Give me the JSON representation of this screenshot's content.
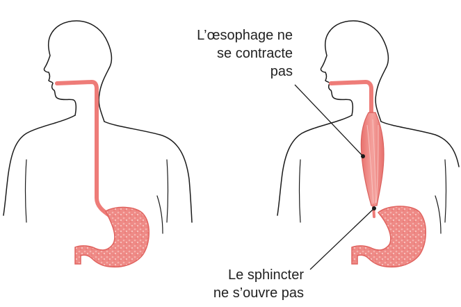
{
  "figure": {
    "colors": {
      "outline": "#1a1a1a",
      "organ_fill": "#ee7c78",
      "organ_stroke": "#d9605d",
      "stomach_highlight": "#f7b7b3",
      "pointer_dot": "#1a1a1a"
    },
    "left_figure": {
      "description_icons": [
        "head-outline",
        "esophagus",
        "stomach"
      ]
    },
    "right_figure": {
      "description_icons": [
        "head-outline",
        "dilated-esophagus",
        "stomach"
      ]
    },
    "labels": {
      "esophagus_line1": "L’œsophage ne",
      "esophagus_line2": "se contracte",
      "esophagus_line3": "pas",
      "sphincter_line1": "Le sphincter",
      "sphincter_line2": "ne s’ouvre pas"
    }
  }
}
